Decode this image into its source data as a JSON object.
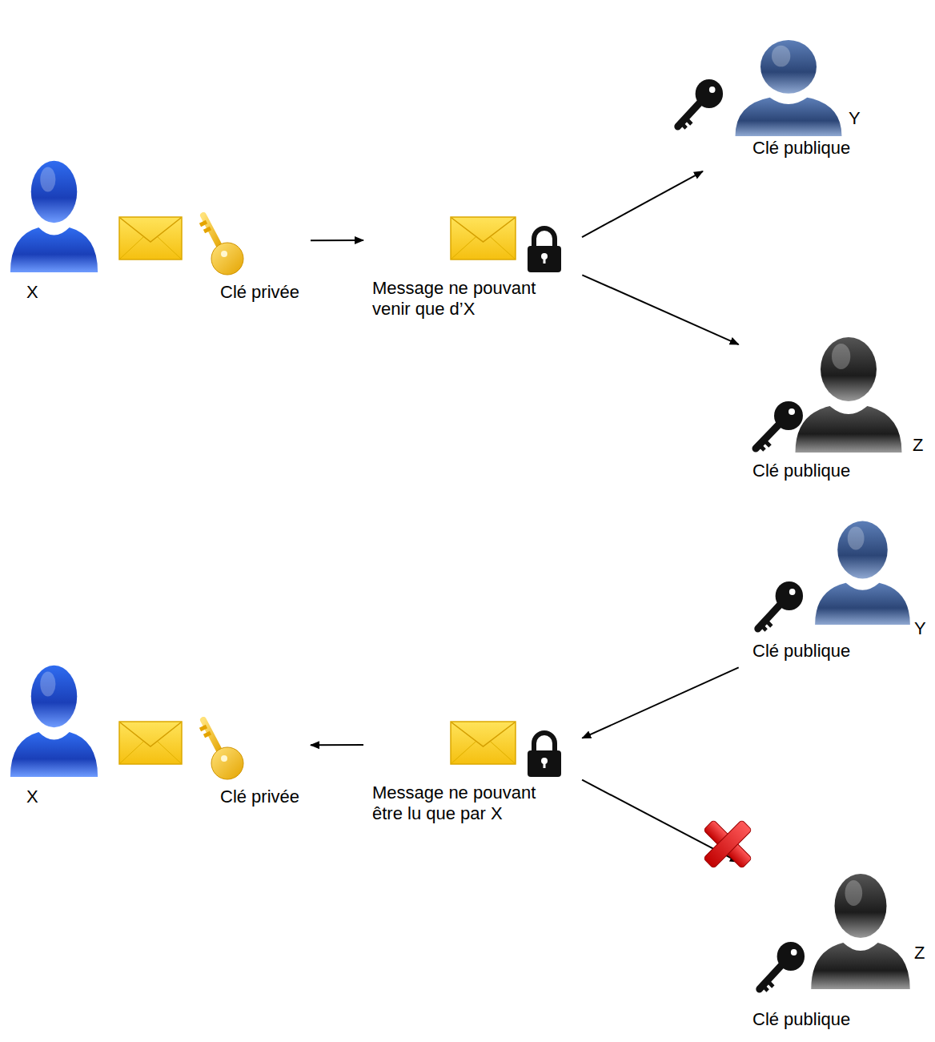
{
  "diagram": {
    "nodes": [
      {
        "text": [
          "X",
          "Clé privée"
        ]
      },
      {
        "text": [
          "Message ne pouvant venir que d’X"
        ]
      },
      {
        "text": [
          "Y",
          "Clé publique"
        ]
      },
      {
        "text": [
          "Z",
          "Clé publique"
        ]
      },
      {
        "text": [
          "Y",
          "Clé publique"
        ]
      },
      {
        "text": [
          "X",
          "Clé privée"
        ]
      },
      {
        "text": [
          "Message ne pouvant être lu que par X"
        ]
      },
      {
        "text": [
          "Z",
          "Clé publique"
        ]
      }
    ],
    "edges": [
      {
        "from": 0,
        "to": 1,
        "arrow": "to"
      },
      {
        "from": 1,
        "to": 2,
        "arrow": "to"
      },
      {
        "from": 1,
        "to": 3,
        "arrow": "to"
      },
      {
        "from": 4,
        "to": 6,
        "arrow": "to"
      },
      {
        "from": 6,
        "to": 5,
        "arrow": "to"
      },
      {
        "from": 6,
        "to": 7,
        "arrow": "to"
      }
    ]
  }
}
